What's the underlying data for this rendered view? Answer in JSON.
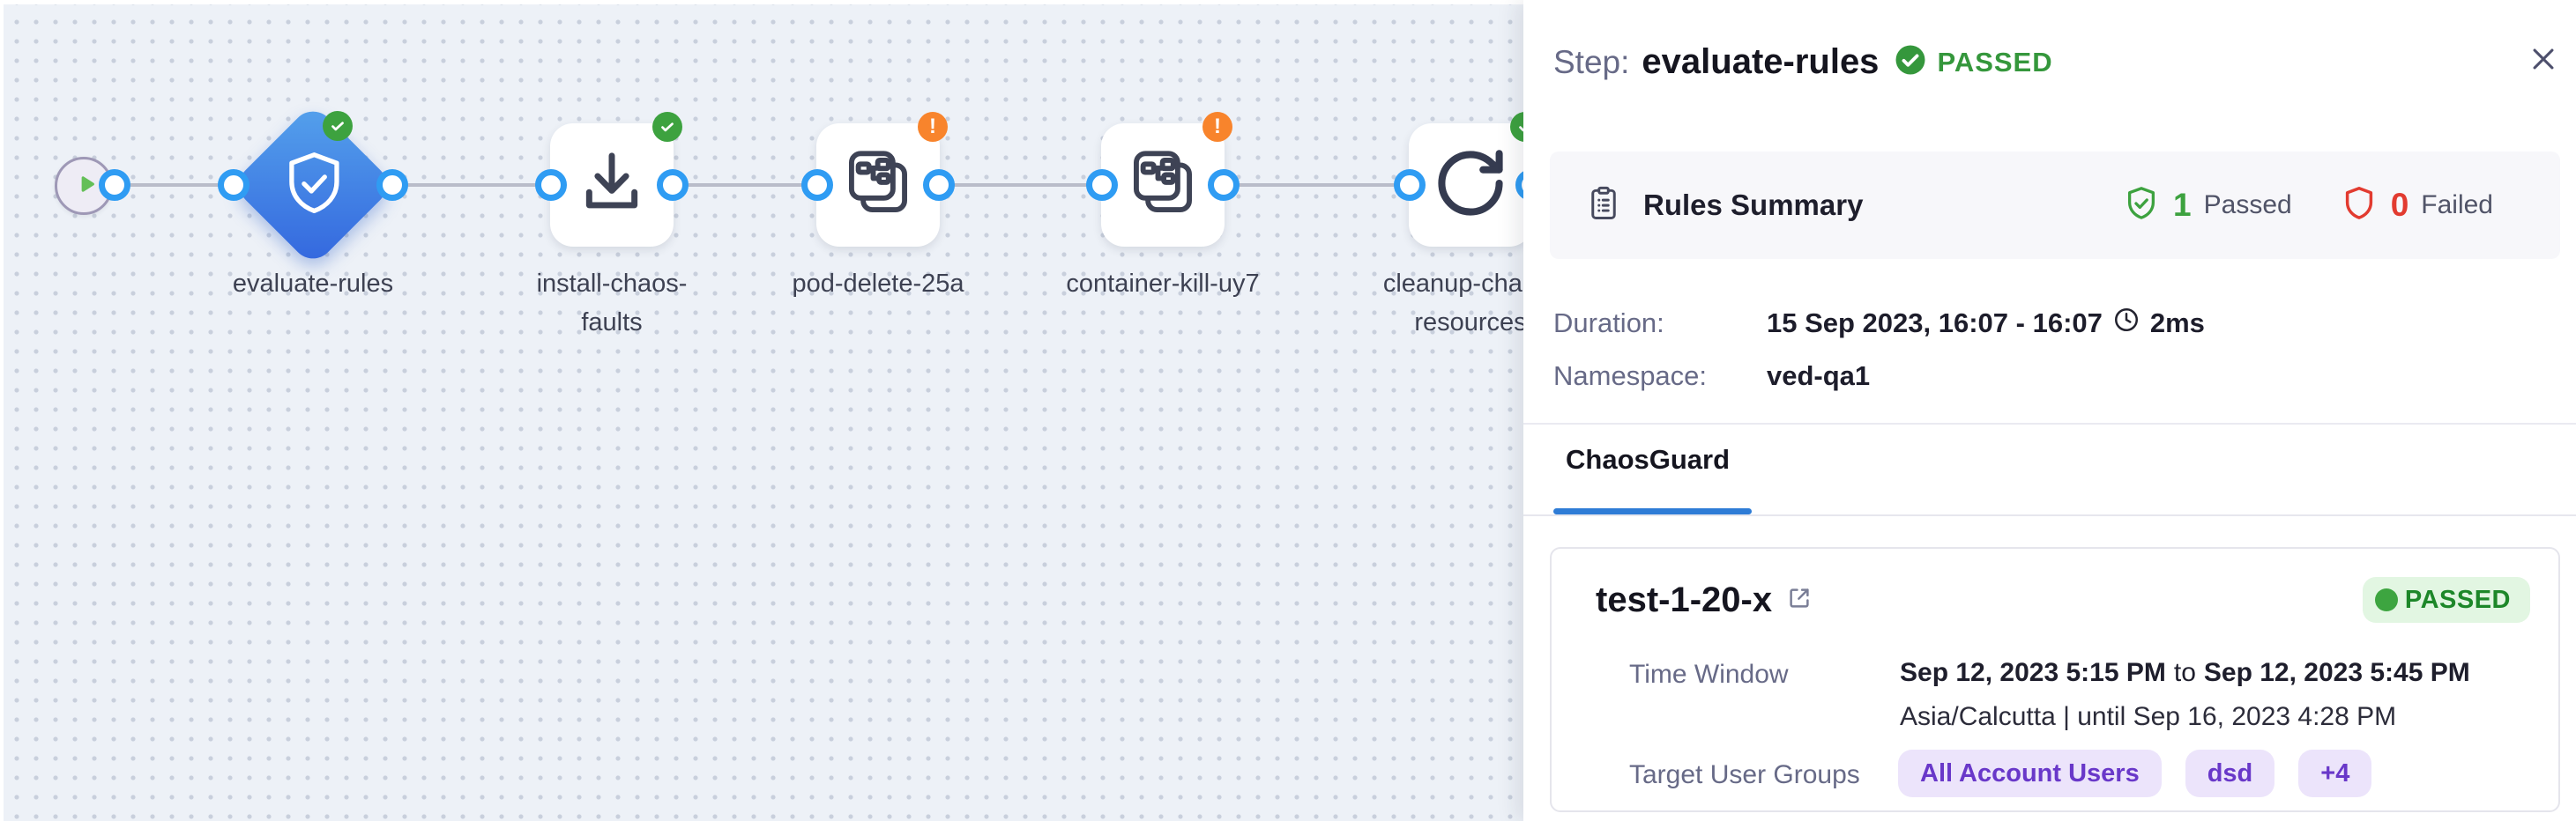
{
  "canvas": {
    "start_node": {
      "icon": "play-icon"
    },
    "nodes": [
      {
        "id": "evaluate-rules",
        "label": "evaluate-rules",
        "shape": "diamond",
        "status": "passed",
        "icon": "shield-check-icon"
      },
      {
        "id": "install-chaos-faults",
        "label": "install-chaos-faults",
        "shape": "square",
        "status": "passed",
        "icon": "download-icon"
      },
      {
        "id": "pod-delete-25a",
        "label": "pod-delete-25a",
        "shape": "square",
        "status": "warning",
        "icon": "experiment-icon"
      },
      {
        "id": "container-kill-uy7",
        "label": "container-kill-uy7",
        "shape": "square",
        "status": "warning",
        "icon": "experiment-icon"
      },
      {
        "id": "cleanup-chaos-resources",
        "label": "cleanup-chaos-resources",
        "shape": "square",
        "status": "passed",
        "icon": "retry-icon"
      }
    ]
  },
  "panel": {
    "header": {
      "step_label": "Step:",
      "step_name": "evaluate-rules",
      "status": "PASSED"
    },
    "rules_summary": {
      "title": "Rules Summary",
      "passed_count": "1",
      "passed_label": "Passed",
      "failed_count": "0",
      "failed_label": "Failed"
    },
    "details": {
      "duration_label": "Duration:",
      "duration_value": "15 Sep 2023, 16:07 - 16:07",
      "duration_time": "2ms",
      "namespace_label": "Namespace:",
      "namespace_value": "ved-qa1"
    },
    "tab": {
      "label": "ChaosGuard"
    },
    "guard_card": {
      "title": "test-1-20-x",
      "status": "PASSED",
      "time_window_label": "Time Window",
      "time_from": "Sep 12, 2023 5:15 PM",
      "time_conjunction": "to",
      "time_to": "Sep 12, 2023 5:45 PM",
      "timezone_info": "Asia/Calcutta | until Sep 16, 2023 4:28 PM",
      "target_groups_label": "Target User Groups",
      "groups": [
        "All Account Users",
        "dsd",
        "+4"
      ]
    }
  },
  "colors": {
    "canvas_bg": "#edf1f7",
    "port_blue": "#2f9cf3",
    "tab_blue": "#2e7cd6",
    "success_green": "#3da23f",
    "error_red": "#e23b30",
    "warning_orange": "#f8842c",
    "tag_purple": "#6938c9",
    "node_gradient_start": "#55a2ec",
    "node_gradient_end": "#3366de"
  }
}
